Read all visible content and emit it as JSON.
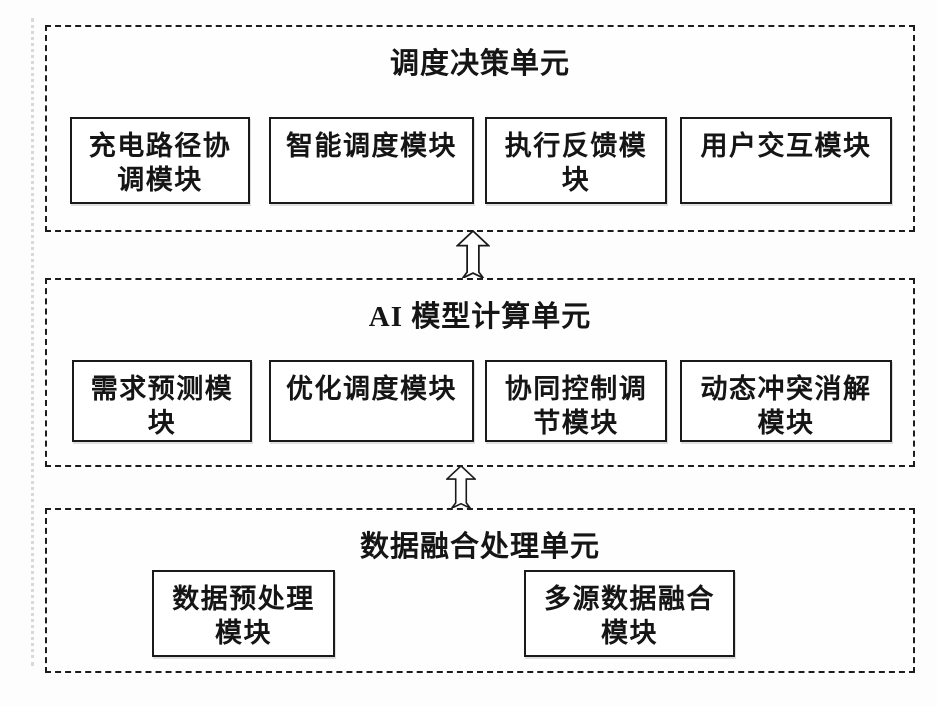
{
  "figure": {
    "background": "#fdfdfd",
    "line_color": "#1a1a1a",
    "units": [
      {
        "name": "scheduling-decision-unit",
        "title": "调度决策单元",
        "modules": [
          {
            "label": "充电路径协\n调模块"
          },
          {
            "label": "智能调度模块"
          },
          {
            "label": "执行反馈模\n块"
          },
          {
            "label": "用户交互模块"
          }
        ]
      },
      {
        "name": "ai-model-computing-unit",
        "title": "AI 模型计算单元",
        "modules": [
          {
            "label": "需求预测模\n块"
          },
          {
            "label": "优化调度模块"
          },
          {
            "label": "协同控制调\n节模块"
          },
          {
            "label": "动态冲突消解\n模块"
          }
        ]
      },
      {
        "name": "data-fusion-processing-unit",
        "title": "数据融合处理单元",
        "modules": [
          {
            "label": "数据预处理\n模块"
          },
          {
            "label": "多源数据融合\n模块"
          }
        ]
      }
    ],
    "arrows": [
      {
        "name": "arrow-ai-to-decision",
        "direction": "up"
      },
      {
        "name": "arrow-data-to-ai",
        "direction": "up"
      }
    ]
  }
}
